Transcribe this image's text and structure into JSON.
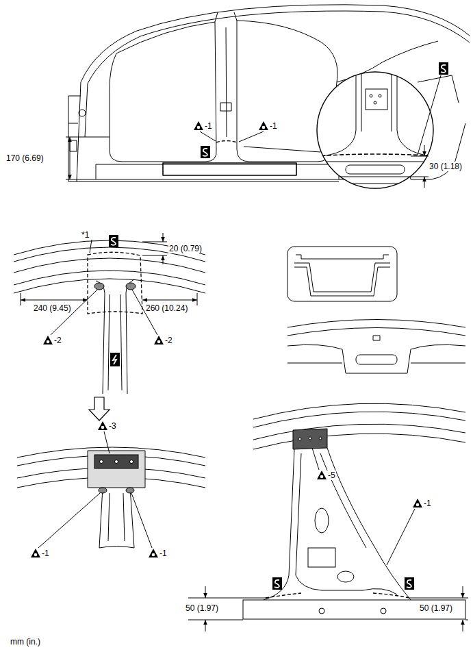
{
  "diagram": {
    "labels": [
      "30 (1.18)",
      "170 (6.69)",
      "-1",
      "-1",
      "*1",
      "20 (0.79)",
      "240 (9.45)",
      "260 (10.24)",
      "-2",
      "-2",
      "-3",
      "-1",
      "-1",
      "-5",
      "-1",
      "50 (1.97)",
      "50 (1.97)",
      "mm (in.)"
    ]
  }
}
